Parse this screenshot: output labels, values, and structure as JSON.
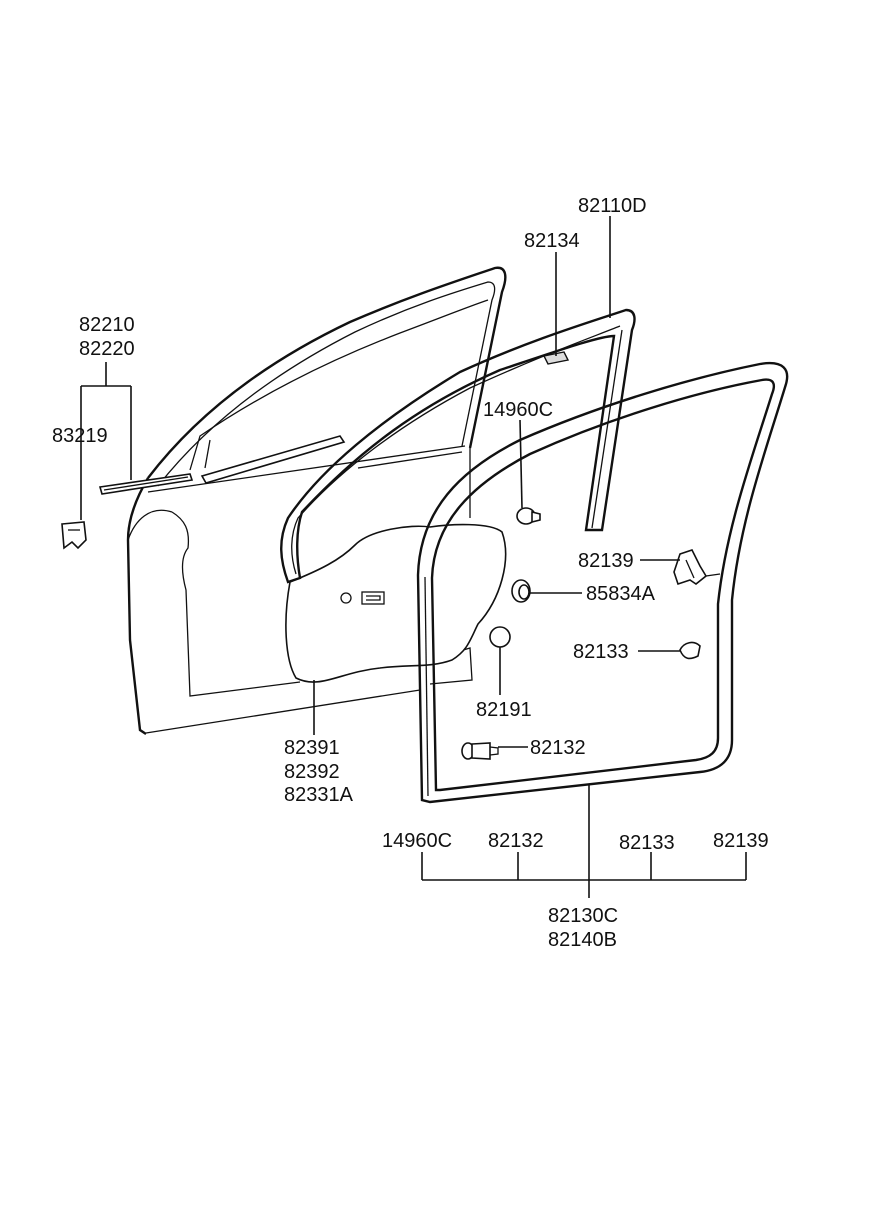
{
  "labels": {
    "door_belt_molding": "82210",
    "door_belt_molding_alt": "82220",
    "belt_molding_clip": "83219",
    "door_frame_seal": "82110D",
    "frame_seal_clip": "82134",
    "clip_upper": "14960C",
    "retainer_clip": "82139",
    "plug": "85834A",
    "fastener_clip": "82133",
    "grommet": "82191",
    "trim_clip": "82132",
    "vapor_barrier": "82391",
    "vapor_barrier_alt": "82392",
    "vapor_barrier_kit": "82331A",
    "kit_item_1": "14960C",
    "kit_item_2": "82132",
    "kit_item_3": "82133",
    "kit_item_4": "82139",
    "weatherstrip": "82130C",
    "weatherstrip_alt": "82140B"
  }
}
